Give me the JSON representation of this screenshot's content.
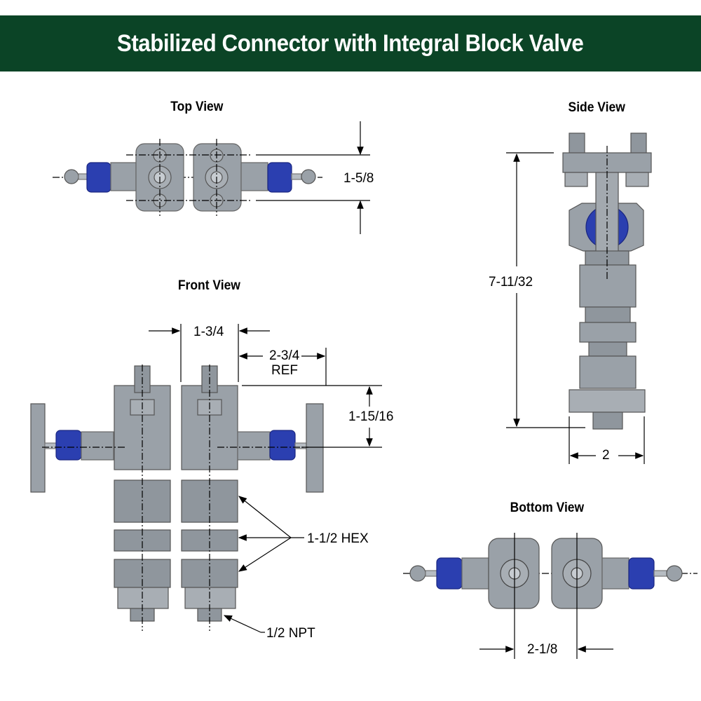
{
  "header": {
    "title": "Stabilized Connector with Integral Block Valve"
  },
  "colors": {
    "banner_bg": "#0b4426",
    "steel": "#9aa1a8",
    "steel_dark": "#6f767d",
    "steel_light": "#b6bcc2",
    "cap_blue": "#2b3fb0"
  },
  "views": {
    "top": {
      "title": "Top View",
      "dimensions": {
        "height": "1-5/8"
      }
    },
    "side": {
      "title": "Side View",
      "dimensions": {
        "height": "7-11/32",
        "width": "2"
      }
    },
    "front": {
      "title": "Front View",
      "dimensions": {
        "center_spacing": "1-3/4",
        "handle_reach": "2-3/4",
        "handle_reach_note": "REF",
        "handle_height": "1-15/16"
      },
      "callouts": {
        "hex": "1-1/2 HEX",
        "thread": "1/2 NPT"
      }
    },
    "bottom": {
      "title": "Bottom View",
      "dimensions": {
        "center_spacing": "2-1/8"
      }
    }
  }
}
